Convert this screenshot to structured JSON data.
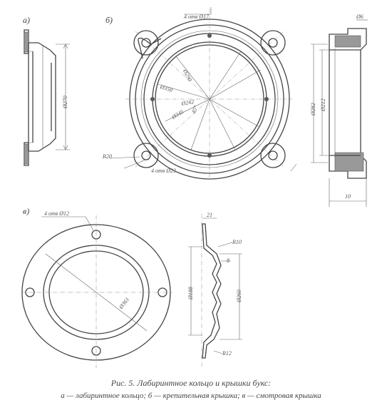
{
  "figure": {
    "panel_labels": {
      "a": "а)",
      "b": "б)",
      "v": "в)"
    },
    "dimensions": {
      "a_diameter": "Ø270",
      "b_holes": "4 отв Ø17",
      "b_d1": "Ø290",
      "b_d2": "Ø350",
      "b_d3": "Ø345",
      "b_d4": "Ø242",
      "b_angle": "45°",
      "b_r": "R20",
      "b_holes_bottom": "4 отв Ø23",
      "b_side_top": "Ø6",
      "b_side_d1": "Ø282",
      "b_side_d2": "Ø212",
      "b_side_width": "10",
      "v_holes": "4 отв Ø12",
      "v_d_outer": "Ø361",
      "v_width_top": "21",
      "v_r10": "R10",
      "v_r12": "R12",
      "v_d_left": "Ø188",
      "v_d_right": "Ø260",
      "v_small": "8"
    },
    "caption_line1": "Рис. 5. Лабиринтное кольцо и крышки букс:",
    "caption_line2": "а — лабиринтное кольцо; б — крепительная крышка; в — смотровая крышка"
  }
}
